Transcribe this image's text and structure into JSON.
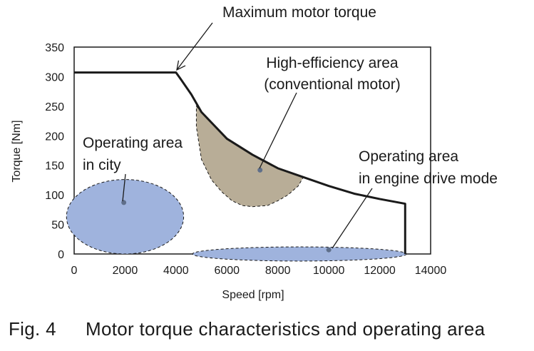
{
  "chart_data": {
    "type": "line",
    "xlabel": "Speed [rpm]",
    "ylabel": "Torque [Nm]",
    "xlim": [
      0,
      14000
    ],
    "ylim": [
      0,
      350
    ],
    "x_ticks": [
      0,
      2000,
      4000,
      6000,
      8000,
      10000,
      12000,
      14000
    ],
    "y_ticks": [
      0,
      50,
      100,
      150,
      200,
      250,
      300,
      350
    ],
    "grid": false,
    "series": [
      {
        "name": "Maximum motor torque",
        "x": [
          0,
          4000,
          4200,
          4600,
          5000,
          6000,
          7000,
          8000,
          9000,
          10000,
          11000,
          12000,
          13000,
          13000
        ],
        "y": [
          307,
          307,
          295,
          270,
          240,
          195,
          168,
          145,
          130,
          115,
          102,
          93,
          85,
          0
        ]
      }
    ],
    "regions": [
      {
        "name": "High-efficiency area (conventional motor)",
        "fill": "#b8ad97",
        "boundary_x": [
          4800,
          5000,
          6000,
          7000,
          8000,
          9000,
          8800,
          8400,
          8000,
          7600,
          7000,
          6600,
          6200,
          5800,
          5400,
          5000,
          4800
        ],
        "boundary_y": [
          250,
          240,
          195,
          168,
          145,
          130,
          115,
          100,
          90,
          82,
          80,
          82,
          90,
          105,
          125,
          160,
          215
        ],
        "marker": [
          7300,
          142
        ]
      },
      {
        "name": "Operating area in city",
        "fill": "#9fb3dd",
        "center": [
          2000,
          63
        ],
        "rx": 2300,
        "ry": 63,
        "marker": [
          1950,
          87
        ]
      },
      {
        "name": "Operating area in engine drive mode",
        "fill": "#9fb3dd",
        "center": [
          8850,
          0
        ],
        "rx": 4200,
        "ry": 12,
        "marker": [
          10000,
          7
        ]
      }
    ],
    "annotations": {
      "max_torque": "Maximum motor torque",
      "high_eff_line1": "High-efficiency area",
      "high_eff_line2": "(conventional motor)",
      "city_line1": "Operating area",
      "city_line2": "in city",
      "engine_line1": "Operating area",
      "engine_line2": "in engine drive mode"
    }
  },
  "caption": {
    "label": "Fig. 4",
    "text": "Motor torque characteristics and operating area"
  },
  "colors": {
    "line": "#1a1a1a",
    "high_eff_fill": "#b8ad97",
    "area_fill": "#9fb3dd",
    "marker": "#5f6f8a"
  }
}
